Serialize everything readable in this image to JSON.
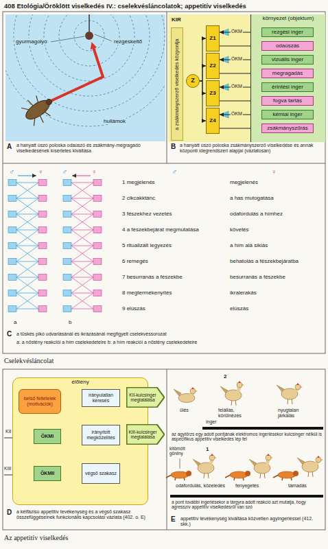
{
  "diagram": {
    "title": "408 Etológia/Öröklött viselkedés IV.: cselekvésláncolatok; appetitív viselkedés",
    "nodes": [
      {
        "text": [
          "a zsákmányszerző viselkedés központja"
        ]
      },
      {
        "text": [
          "Z"
        ]
      },
      {
        "text": [
          "Z1"
        ]
      },
      {
        "text": [
          "Z2"
        ]
      },
      {
        "text": [
          "Z3"
        ]
      },
      {
        "text": [
          "Z4"
        ]
      },
      {
        "text": [
          "környezet (objektum)"
        ]
      },
      {
        "text": [
          "rezgési inger"
        ],
        "in": 6
      },
      {
        "text": [
          "odaúszás"
        ],
        "in": 6
      },
      {
        "text": [
          "vizuális inger"
        ],
        "in": 6
      },
      {
        "text": [
          "megragadás"
        ],
        "in": 6
      },
      {
        "text": [
          "érintési inger"
        ],
        "in": 6
      },
      {
        "text": [
          "fogva tartás"
        ],
        "in": 6
      },
      {
        "text": [
          "kémiai inger"
        ],
        "in": 6
      },
      {
        "text": [
          "zsákmányszűrás"
        ],
        "in": 6
      },
      {
        "text": [
          "élőlény"
        ]
      },
      {
        "text": [
          "belső feltételek (motivációk)"
        ],
        "in": 15
      },
      {
        "text": [
          "irányulatlan keresés"
        ],
        "in": 15
      },
      {
        "text": [
          "KII-kulcsinger megtalálása"
        ]
      },
      {
        "text": [
          "ÖKMI"
        ],
        "in": 15
      },
      {
        "text": [
          "irányított megközelítés"
        ],
        "in": 15
      },
      {
        "text": [
          "KIII-kulcsinger megtalálása"
        ]
      },
      {
        "text": [
          "ÖKMII"
        ],
        "in": 15
      },
      {
        "text": [
          "végső szakasz"
        ],
        "in": 15
      }
    ],
    "edges": [
      {
        "from": 1,
        "to": 2,
        "arrow": "to"
      },
      {
        "from": 1,
        "to": 3,
        "arrow": "to"
      },
      {
        "from": 1,
        "to": 4,
        "arrow": "to"
      },
      {
        "from": 1,
        "to": 5,
        "arrow": "to"
      },
      {
        "from": 7,
        "to": 2,
        "arrow": "to"
      },
      {
        "from": 2,
        "to": 8,
        "arrow": "to"
      },
      {
        "from": 9,
        "to": 3,
        "arrow": "to"
      },
      {
        "from": 3,
        "to": 10,
        "arrow": "to"
      },
      {
        "from": 11,
        "to": 4,
        "arrow": "to"
      },
      {
        "from": 4,
        "to": 12,
        "arrow": "to"
      },
      {
        "from": 13,
        "to": 5,
        "arrow": "to"
      },
      {
        "from": 5,
        "to": 14,
        "arrow": "to"
      },
      {
        "from": 8,
        "to": 9,
        "arrow": "to"
      },
      {
        "from": 10,
        "to": 11,
        "arrow": "to"
      },
      {
        "from": 12,
        "to": 13,
        "arrow": "to"
      },
      {
        "from": 16,
        "to": 17,
        "arrow": "to"
      },
      {
        "from": 17,
        "to": 18,
        "arrow": "to"
      },
      {
        "from": 19,
        "to": 20,
        "arrow": "to"
      },
      {
        "from": 20,
        "to": 21,
        "arrow": "to"
      },
      {
        "from": 22,
        "to": 23,
        "arrow": "to"
      },
      {
        "from": 16,
        "to": 19,
        "arrow": "to"
      }
    ],
    "labels": [
      "gyurmagolyó",
      "rezgéskeltő",
      "hullámok",
      "A",
      "a hanyatt úszó poloska odaúszó és zsákmány-megragadó viselkedésének kísérletes kiváltása",
      "KIR",
      "ÖKM",
      "ÖKM",
      "ÖKM",
      "ÖKM",
      "B",
      "a hanyatt úszó poloska zsákmányszerző viselkedése és annak központi idegrendszeri alapjai (vázlatosan)",
      "♂",
      "♀",
      "♂",
      "♀",
      "♂",
      "♀",
      "1 megjelenés",
      "megjelenés",
      "2 cikcakktánc",
      "a has mutogatása",
      "3 fészekhez vezetés",
      "odafordulás a hímhez",
      "4 a fészekbejárat megmutatása",
      "követés",
      "5 ritualizált legyezés",
      "a hím alá siklás",
      "6 remegés",
      "behatolás a fészekbejáratba",
      "7 besurranás a fészekbe",
      "besurranás a fészekbe",
      "8 megtermékenyítés",
      "ikralerakás",
      "9 elúszás",
      "elúszás",
      "a",
      "b",
      "C",
      "a tüskés pikó udvarlásánál és ikrázásánál megfigyelt cselekvéssorozat",
      "a: a nőstény reakciói a hím cselekedeteire b: a hím reakciói a nőstény cselekedeteire",
      "Cselekvésláncolat",
      "appetitív viselkedés",
      "KII",
      "KIII",
      "D",
      "a kétfázisú appetitív tevékenység és a végső szakasz összefüggéseinek funkcionális kapcsolási vázlata (402. o. E)",
      "2",
      "ülés",
      "felállás, körülnézés",
      "nyugtalan járkálás",
      "inger",
      "az agytörzs egy adott pontjának elektromos ingerlésekor kulcsinger nélkül is aspecifikus appetitív viselkedés lép fel",
      "kitömött görény",
      "1",
      "odafordulás, közeledés",
      "fenyegetés",
      "támadás",
      "a pont további ingerlésekor a tárgyra adott reakció azt mutatja, hogy agresszív appetitív viselkedésről van szó",
      "E",
      "appetitív tevékenység kiváltása közvetlen agyingerléssel (412. skk.)",
      "Az appetitív viselkedés"
    ]
  }
}
